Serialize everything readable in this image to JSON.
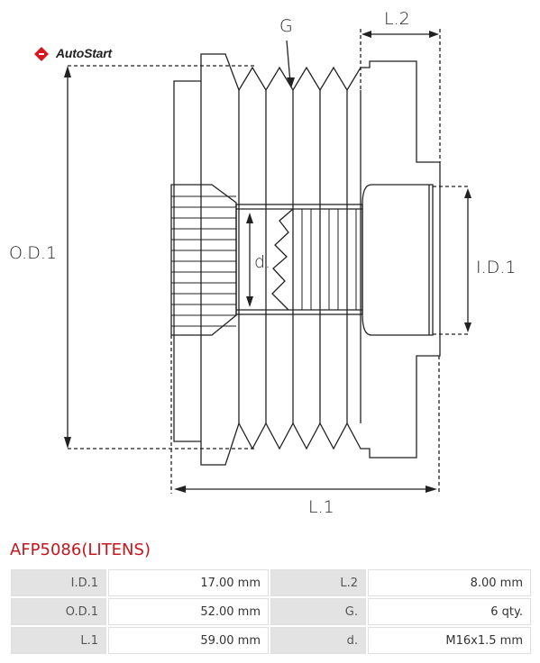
{
  "brand": {
    "name": "AutoStart",
    "logo_color": "#d9161d"
  },
  "labels": {
    "od": "O.D.1",
    "id": "I.D.1",
    "l1": "L.1",
    "l2": "L.2",
    "g": "G",
    "d": "d."
  },
  "title": "AFP5086(LITENS)",
  "title_color": "#c4161c",
  "specs": [
    {
      "k1": "I.D.1",
      "v1": "17.00 mm",
      "k2": "L.2",
      "v2": "8.00 mm"
    },
    {
      "k1": "O.D.1",
      "v1": "52.00 mm",
      "k2": "G.",
      "v2": "6 qty."
    },
    {
      "k1": "L.1",
      "v1": "59.00 mm",
      "k2": "d.",
      "v2": "M16x1.5 mm"
    }
  ]
}
